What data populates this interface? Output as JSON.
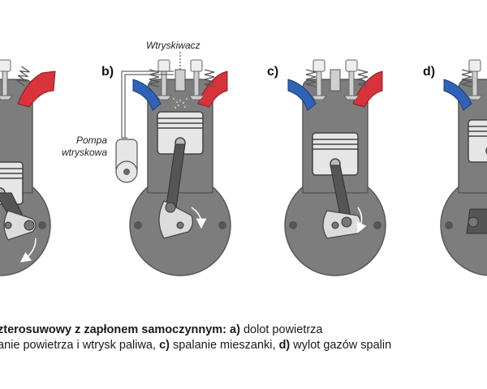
{
  "labels": {
    "panel_b": "b)",
    "panel_c": "c)",
    "panel_d": "d)",
    "injector": "Wtryskiwacz",
    "pump_line1": "Pompa",
    "pump_line2": "wtryskowa"
  },
  "caption": {
    "line1_bold": "zterosuwowy z zapłonem samoczynnym: a)",
    "line1_rest": " dolot powietrza",
    "line2_a": "anie powietrza i wtrysk paliwa, ",
    "line2_c_bold": "c)",
    "line2_c_rest": " spalanie mieszanki, ",
    "line2_d_bold": "d)",
    "line2_d_rest": " wylot gazów spalin"
  },
  "colors": {
    "engine_fill": "#7d7d7d",
    "engine_stroke": "#5a5a5a",
    "piston_fill": "#e6e6e6",
    "intake_blue": "#2f63b8",
    "exhaust_red": "#d8333a",
    "valve_fill": "#eeeeee",
    "arrow": "#ffffff"
  }
}
